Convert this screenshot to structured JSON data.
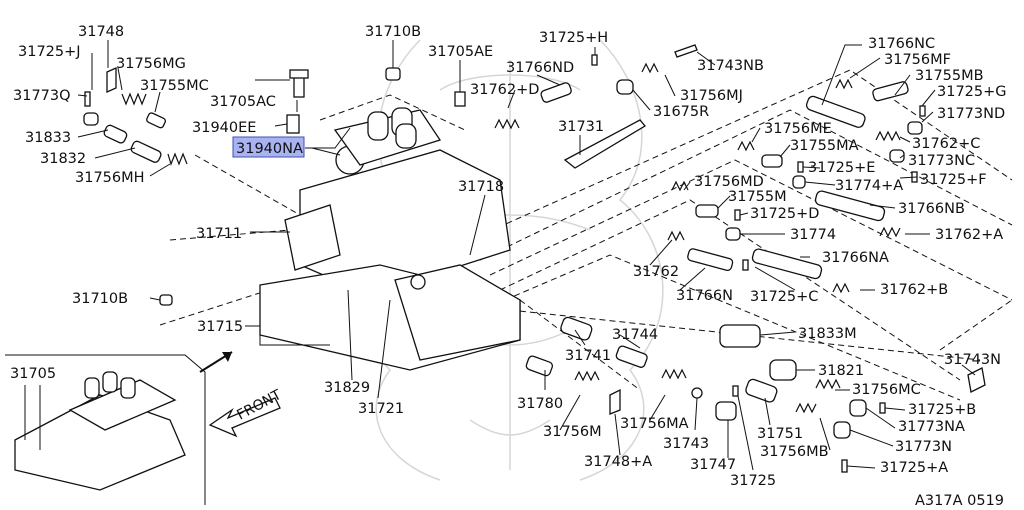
{
  "highlight_color": "#a9b3f2",
  "labels": {
    "l31748": "31748",
    "l31725J": "31725+J",
    "l31756MG": "31756MG",
    "l31755MC": "31755MC",
    "l31773Q": "31773Q",
    "l31833": "31833",
    "l31832": "31832",
    "l31756MH": "31756MH",
    "l31710B_top": "31710B",
    "l31705AC": "31705AC",
    "l31940EE": "31940EE",
    "l31940NA": "31940NA",
    "l31705AE": "31705AE",
    "l31725H": "31725+H",
    "l31766ND": "31766ND",
    "l31762D": "31762+D",
    "l31743NB": "31743NB",
    "l31756MJ": "31756MJ",
    "l31675R": "31675R",
    "l31731": "31731",
    "l31718": "31718",
    "l31766NC": "31766NC",
    "l31756MF": "31756MF",
    "l31755MB": "31755MB",
    "l31725G": "31725+G",
    "l31773ND": "31773ND",
    "l31756ME": "31756ME",
    "l31755MA": "31755MA",
    "l31762C": "31762+C",
    "l31725E": "31725+E",
    "l31773NC": "31773NC",
    "l31774A": "31774+A",
    "l31725F": "31725+F",
    "l31756MD": "31756MD",
    "l31755M": "31755M",
    "l31766NB": "31766NB",
    "l31725D": "31725+D",
    "l31774": "31774",
    "l31762A": "31762+A",
    "l31711": "31711",
    "l31762": "31762",
    "l31766NA": "31766NA",
    "l31766N": "31766N",
    "l31725C": "31725+C",
    "l31762B": "31762+B",
    "l31710B_low": "31710B",
    "l31715": "31715",
    "l31833M": "31833M",
    "l31744": "31744",
    "l31741": "31741",
    "l31743N": "31743N",
    "l31821": "31821",
    "l31829": "31829",
    "l31721": "31721",
    "l31780": "31780",
    "l31756MC": "31756MC",
    "l31725B": "31725+B",
    "l31756M": "31756M",
    "l31756MA": "31756MA",
    "l31743": "31743",
    "l31751": "31751",
    "l31773NA": "31773NA",
    "l31756MB": "31756MB",
    "l31773N": "31773N",
    "l31748A": "31748+A",
    "l31747": "31747",
    "l31725": "31725",
    "l31725A": "31725+A",
    "l31705": "31705",
    "front": "FRONT",
    "code": "A317A 0519"
  }
}
